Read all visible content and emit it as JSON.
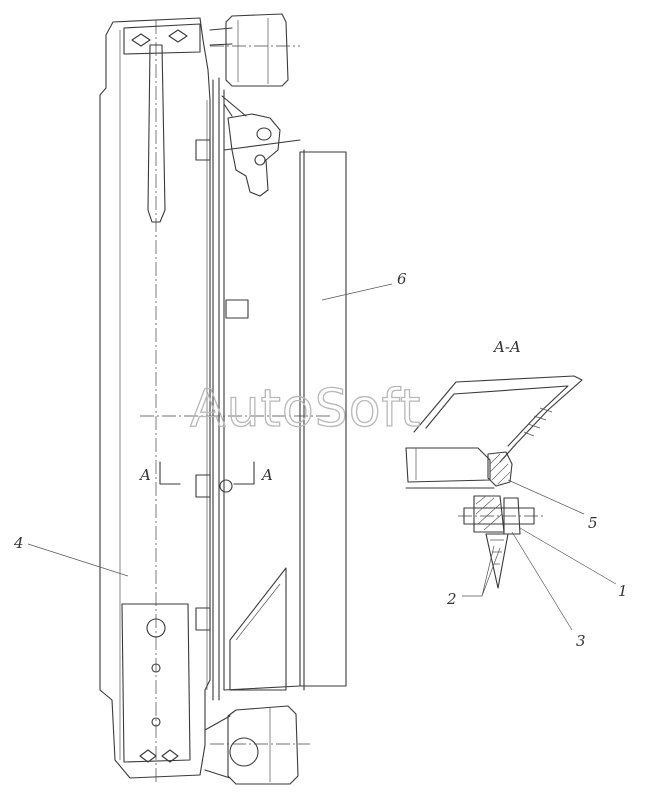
{
  "watermark": "AutoSoft",
  "section": {
    "title": "A-A",
    "mark_left": "A",
    "mark_right": "A"
  },
  "callouts": {
    "c1": "1",
    "c2": "2",
    "c3": "3",
    "c4": "4",
    "c5": "5",
    "c6": "6"
  }
}
